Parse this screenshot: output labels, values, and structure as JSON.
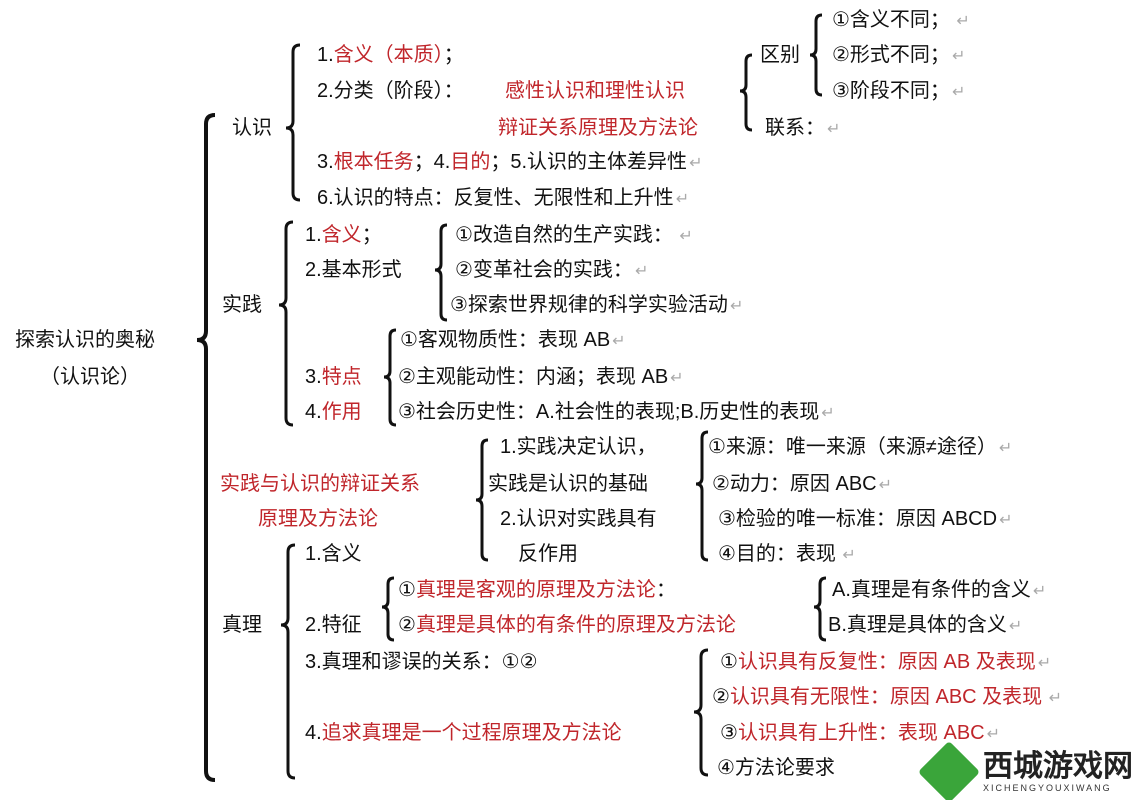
{
  "nodes": {
    "root1": [
      {
        "t": "探索认识的奥秘",
        "c": "black"
      }
    ],
    "root2": [
      {
        "t": "（认识论）",
        "c": "black"
      }
    ],
    "rs": [
      {
        "t": "认识",
        "c": "black"
      }
    ],
    "rs1": [
      {
        "t": "1.",
        "c": "black"
      },
      {
        "t": "含义（本质）",
        "c": "red"
      },
      {
        "t": "；",
        "c": "black"
      }
    ],
    "rs2a": [
      {
        "t": "2.分类（阶段）：",
        "c": "black"
      }
    ],
    "rs2b": [
      {
        "t": "感性认识和理性认识",
        "c": "red"
      }
    ],
    "rs2c": [
      {
        "t": "辩证关系原理及方法论",
        "c": "red"
      }
    ],
    "qb": [
      {
        "t": "区别",
        "c": "black"
      }
    ],
    "qb1": [
      {
        "t": "①含义不同；",
        "c": "black"
      },
      {
        "t": "    ↵",
        "c": "gray"
      }
    ],
    "qb2": [
      {
        "t": "②形式不同；",
        "c": "black"
      },
      {
        "t": "↵",
        "c": "gray"
      }
    ],
    "qb3": [
      {
        "t": "③阶段不同；",
        "c": "black"
      },
      {
        "t": "↵",
        "c": "gray"
      }
    ],
    "lx": [
      {
        "t": "联系：",
        "c": "black"
      },
      {
        "t": "↵",
        "c": "gray"
      }
    ],
    "rs3": [
      {
        "t": "3.",
        "c": "black"
      },
      {
        "t": "根本任务",
        "c": "red"
      },
      {
        "t": "；4.",
        "c": "black"
      },
      {
        "t": "目的",
        "c": "red"
      },
      {
        "t": "；5.认识的主体差异性",
        "c": "black"
      },
      {
        "t": "↵",
        "c": "gray"
      }
    ],
    "rs4": [
      {
        "t": "6.认识的特点：反复性、无限性和上升性",
        "c": "black"
      },
      {
        "t": "↵",
        "c": "gray"
      }
    ],
    "sj": [
      {
        "t": "实践",
        "c": "black"
      }
    ],
    "sj1": [
      {
        "t": "1.",
        "c": "black"
      },
      {
        "t": "含义",
        "c": "red"
      },
      {
        "t": "；",
        "c": "black"
      }
    ],
    "sj2": [
      {
        "t": "2.基本形式",
        "c": "black"
      }
    ],
    "xs1": [
      {
        "t": "①改造自然的生产实践：",
        "c": "black"
      },
      {
        "t": "  ↵",
        "c": "gray"
      }
    ],
    "xs2": [
      {
        "t": "②变革社会的实践：",
        "c": "black"
      },
      {
        "t": "↵",
        "c": "gray"
      }
    ],
    "xs3": [
      {
        "t": "③探索世界规律的科学实验活动",
        "c": "black"
      },
      {
        "t": "↵",
        "c": "gray"
      }
    ],
    "sj3": [
      {
        "t": "3.",
        "c": "black"
      },
      {
        "t": "特点",
        "c": "red"
      }
    ],
    "sj4": [
      {
        "t": "4.",
        "c": "black"
      },
      {
        "t": "作用",
        "c": "red"
      }
    ],
    "td1": [
      {
        "t": "①客观物质性：表现 AB",
        "c": "black"
      },
      {
        "t": "↵",
        "c": "gray"
      }
    ],
    "td2": [
      {
        "t": "②主观能动性：内涵；表现 AB",
        "c": "black"
      },
      {
        "t": "↵",
        "c": "gray"
      }
    ],
    "td3": [
      {
        "t": "③社会历史性：A.社会性的表现;B.历史性的表现",
        "c": "black"
      },
      {
        "t": "↵",
        "c": "gray"
      }
    ],
    "bz1": [
      {
        "t": "实践与认识的辩证关系",
        "c": "red"
      }
    ],
    "bz2": [
      {
        "t": "原理及方法论",
        "c": "red"
      }
    ],
    "jd1": [
      {
        "t": "1.实践决定认识，",
        "c": "black"
      }
    ],
    "jd2": [
      {
        "t": "实践是认识的基础",
        "c": "black"
      }
    ],
    "jd3": [
      {
        "t": "2.认识对实践具有",
        "c": "black"
      }
    ],
    "jd4": [
      {
        "t": "反作用",
        "c": "black"
      }
    ],
    "ly1": [
      {
        "t": "①来源：唯一来源（来源≠途径）",
        "c": "black"
      },
      {
        "t": "↵",
        "c": "gray"
      }
    ],
    "ly2": [
      {
        "t": "②动力：原因 ABC",
        "c": "black"
      },
      {
        "t": "↵",
        "c": "gray"
      }
    ],
    "ly3": [
      {
        "t": "③检验的唯一标准：原因 ABCD",
        "c": "black"
      },
      {
        "t": "↵",
        "c": "gray"
      }
    ],
    "ly4": [
      {
        "t": "④目的：表现",
        "c": "black"
      },
      {
        "t": "  ↵",
        "c": "gray"
      }
    ],
    "zl": [
      {
        "t": "真理",
        "c": "black"
      }
    ],
    "zl1": [
      {
        "t": "1.含义",
        "c": "black"
      }
    ],
    "zl2": [
      {
        "t": "2.特征",
        "c": "black"
      }
    ],
    "tz1": [
      {
        "t": "①",
        "c": "black"
      },
      {
        "t": "真理是客观的原理及方法论",
        "c": "red"
      },
      {
        "t": "：",
        "c": "black"
      }
    ],
    "tz2": [
      {
        "t": "②",
        "c": "black"
      },
      {
        "t": "真理是具体的有条件的原理及方法论",
        "c": "red"
      }
    ],
    "ab1": [
      {
        "t": "A.真理是有条件的含义",
        "c": "black"
      },
      {
        "t": "↵",
        "c": "gray"
      }
    ],
    "ab2": [
      {
        "t": "B.真理是具体的含义",
        "c": "black"
      },
      {
        "t": "↵",
        "c": "gray"
      }
    ],
    "zl3": [
      {
        "t": "3.真理和谬误的关系：①②",
        "c": "black"
      }
    ],
    "zl4": [
      {
        "t": "4.",
        "c": "black"
      },
      {
        "t": "追求真理是一个过程原理及方法论",
        "c": "red"
      }
    ],
    "gc1": [
      {
        "t": "①",
        "c": "black"
      },
      {
        "t": "认识具有反复性：原因 AB 及表现",
        "c": "red"
      },
      {
        "t": "↵",
        "c": "gray"
      }
    ],
    "gc2": [
      {
        "t": "②",
        "c": "black"
      },
      {
        "t": "认识具有无限性：原因 ABC 及表现",
        "c": "red"
      },
      {
        "t": "  ↵",
        "c": "gray"
      }
    ],
    "gc3": [
      {
        "t": "③",
        "c": "black"
      },
      {
        "t": "认识具有上升性：表现 ABC",
        "c": "red"
      },
      {
        "t": "↵",
        "c": "gray"
      }
    ],
    "gc4": [
      {
        "t": "④方法论要求",
        "c": "black"
      }
    ]
  },
  "watermark": {
    "name": "西城游戏网",
    "sub": "XICHENGYOUXIWANG"
  },
  "colors": {
    "red": "#c0262b",
    "black": "#111111",
    "logo_green": "#3aa53a"
  }
}
